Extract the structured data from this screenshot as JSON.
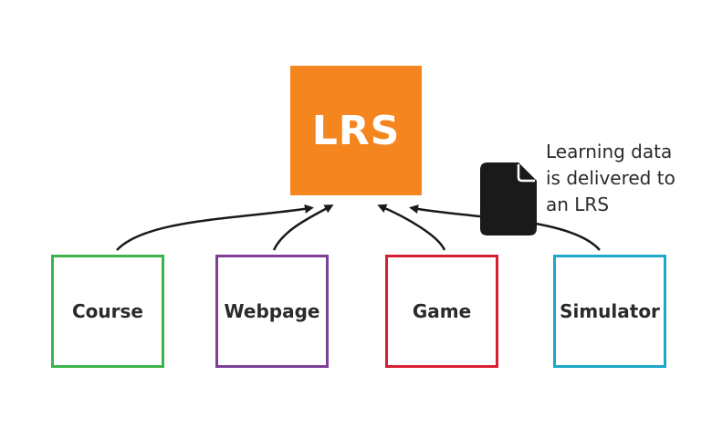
{
  "lrs": {
    "label": "LRS",
    "color": "#f5861f"
  },
  "sources": [
    {
      "label": "Course",
      "border_color": "#3cb44b"
    },
    {
      "label": "Webpage",
      "border_color": "#7d3f98"
    },
    {
      "label": "Game",
      "border_color": "#d62032"
    },
    {
      "label": "Simulator",
      "border_color": "#1da7c9"
    }
  ],
  "annotation": {
    "lines": [
      "Learning data",
      "is delivered to",
      "an LRS"
    ],
    "icon": "document-icon"
  }
}
